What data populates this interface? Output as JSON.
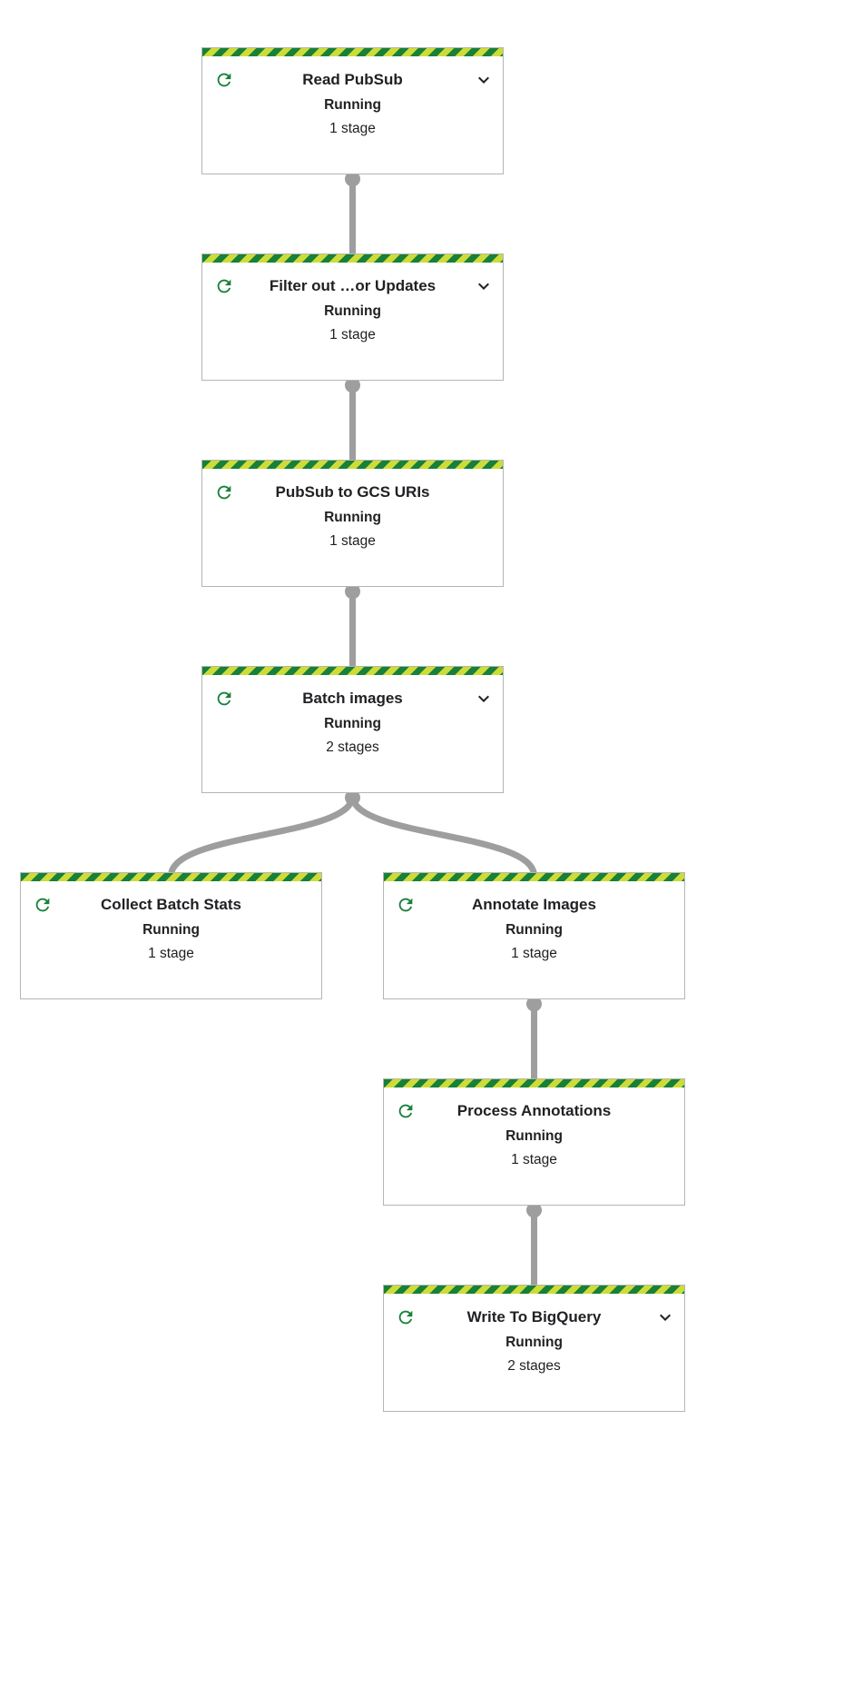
{
  "graph": {
    "nodes": [
      {
        "id": "read-pubsub",
        "title": "Read PubSub",
        "status": "Running",
        "stages": "1 stage",
        "expandable": true
      },
      {
        "id": "filter-out-updates",
        "title": "Filter out …or Updates",
        "status": "Running",
        "stages": "1 stage",
        "expandable": true
      },
      {
        "id": "pubsub-to-gcs-uris",
        "title": "PubSub to GCS URIs",
        "status": "Running",
        "stages": "1 stage",
        "expandable": false
      },
      {
        "id": "batch-images",
        "title": "Batch images",
        "status": "Running",
        "stages": "2 stages",
        "expandable": true
      },
      {
        "id": "collect-batch-stats",
        "title": "Collect Batch Stats",
        "status": "Running",
        "stages": "1 stage",
        "expandable": false
      },
      {
        "id": "annotate-images",
        "title": "Annotate Images",
        "status": "Running",
        "stages": "1 stage",
        "expandable": false
      },
      {
        "id": "process-annotations",
        "title": "Process Annotations",
        "status": "Running",
        "stages": "1 stage",
        "expandable": false
      },
      {
        "id": "write-to-bigquery",
        "title": "Write To BigQuery",
        "status": "Running",
        "stages": "2 stages",
        "expandable": true
      }
    ],
    "icons": {
      "running": "running-spinner-icon",
      "expand": "chevron-down-icon"
    },
    "colors": {
      "stripe_green": "#188038",
      "stripe_lime": "#cddc39",
      "icon_green": "#188038",
      "edge_gray": "#9e9e9e",
      "border_gray": "#b5b5b5",
      "text": "#202124"
    }
  }
}
